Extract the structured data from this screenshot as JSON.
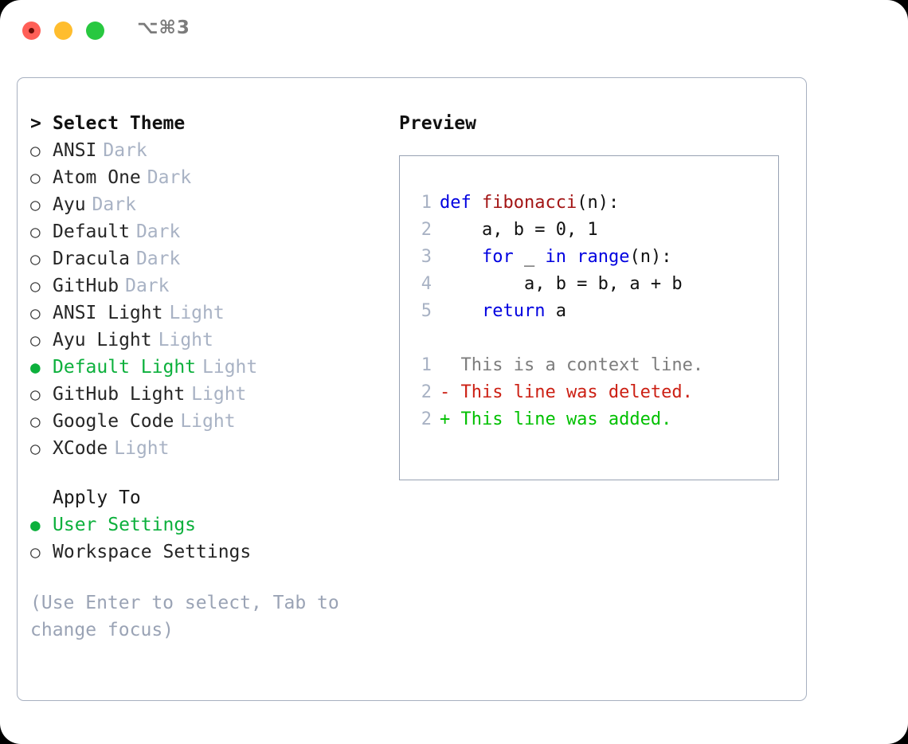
{
  "titlebar": {
    "shortcut": "⌥⌘3",
    "buttons": [
      {
        "name": "close",
        "color": "#ff5f57"
      },
      {
        "name": "minimize",
        "color": "#ffbd2e"
      },
      {
        "name": "maximize",
        "color": "#28c840"
      }
    ]
  },
  "theme_picker": {
    "caret": ">",
    "title": "Select Theme",
    "marker_selected": "●",
    "marker_unselected": "○",
    "items": [
      {
        "label": "ANSI",
        "tag": "Dark",
        "selected": false
      },
      {
        "label": "Atom One",
        "tag": "Dark",
        "selected": false
      },
      {
        "label": "Ayu",
        "tag": "Dark",
        "selected": false
      },
      {
        "label": "Default",
        "tag": "Dark",
        "selected": false
      },
      {
        "label": "Dracula",
        "tag": "Dark",
        "selected": false
      },
      {
        "label": "GitHub",
        "tag": "Dark",
        "selected": false
      },
      {
        "label": "ANSI Light",
        "tag": "Light",
        "selected": false
      },
      {
        "label": "Ayu Light",
        "tag": "Light",
        "selected": false
      },
      {
        "label": "Default Light",
        "tag": "Light",
        "selected": true
      },
      {
        "label": "GitHub Light",
        "tag": "Light",
        "selected": false
      },
      {
        "label": "Google Code",
        "tag": "Light",
        "selected": false
      },
      {
        "label": "XCode",
        "tag": "Light",
        "selected": false
      }
    ]
  },
  "apply_to": {
    "title": "Apply To",
    "items": [
      {
        "label": "User Settings",
        "selected": true
      },
      {
        "label": "Workspace Settings",
        "selected": false
      }
    ]
  },
  "hint": "(Use Enter to select, Tab to change focus)",
  "preview": {
    "title": "Preview",
    "code_lines": [
      {
        "number": "1",
        "tokens": [
          {
            "text": "def ",
            "kind": "kw"
          },
          {
            "text": "fibonacci",
            "kind": "fn"
          },
          {
            "text": "(n):",
            "kind": "txt"
          }
        ]
      },
      {
        "number": "2",
        "tokens": [
          {
            "text": "    a, b = 0, 1",
            "kind": "txt"
          }
        ]
      },
      {
        "number": "3",
        "tokens": [
          {
            "text": "    ",
            "kind": "txt"
          },
          {
            "text": "for",
            "kind": "kw"
          },
          {
            "text": " _ ",
            "kind": "txt"
          },
          {
            "text": "in",
            "kind": "kw"
          },
          {
            "text": " ",
            "kind": "txt"
          },
          {
            "text": "range",
            "kind": "kw"
          },
          {
            "text": "(n):",
            "kind": "txt"
          }
        ]
      },
      {
        "number": "4",
        "tokens": [
          {
            "text": "        a, b = b, a + b",
            "kind": "txt"
          }
        ]
      },
      {
        "number": "5",
        "tokens": [
          {
            "text": "    ",
            "kind": "txt"
          },
          {
            "text": "return",
            "kind": "kw"
          },
          {
            "text": " a",
            "kind": "txt"
          }
        ]
      }
    ],
    "diff_lines": [
      {
        "number": "1",
        "text": "  This is a context line.",
        "kind": "ctx"
      },
      {
        "number": "2",
        "text": "- This line was deleted.",
        "kind": "del"
      },
      {
        "number": "2",
        "text": "+ This line was added.",
        "kind": "add"
      }
    ]
  },
  "colors": {
    "accent_green": "#0cb03c",
    "muted": "#a8b2c4",
    "keyword_blue": "#0000e0",
    "function_red": "#a31515",
    "diff_delete": "#cc2014",
    "diff_add": "#00c000",
    "panel_border": "#a7b0c0"
  }
}
